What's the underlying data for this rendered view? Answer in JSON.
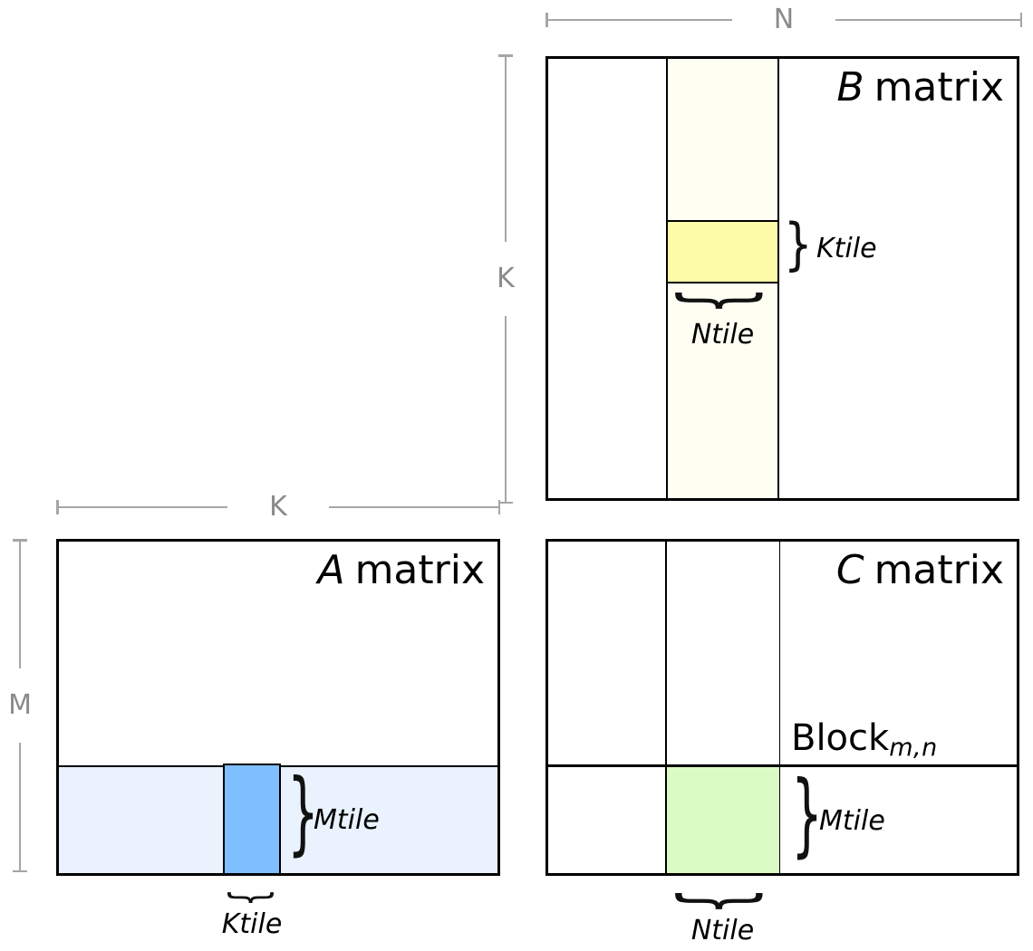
{
  "dimension_labels": {
    "n": "N",
    "k_beside_b": "K",
    "k_above_a": "K",
    "m": "M"
  },
  "matrix_b": {
    "letter": "B",
    "word": "matrix",
    "ktile_label": "Ktile",
    "ntile_label": "Ntile"
  },
  "matrix_a": {
    "letter": "A",
    "word": "matrix",
    "mtile_label": "Mtile",
    "ktile_label": "Ktile"
  },
  "matrix_c": {
    "letter": "C",
    "word": "matrix",
    "block_label": "Block",
    "block_subscript": "m,n",
    "mtile_label": "Mtile",
    "ntile_label": "Ntile"
  },
  "glyphs": {
    "brace": "}"
  },
  "colors": {
    "b_strip": "#FFFEF2",
    "b_tile": "#FBFBA8",
    "a_strip": "#E9F2FD",
    "a_tile": "#7FBFFF",
    "c_tile": "#DBFBC4",
    "line_gray": "#A6A6A6",
    "label_gray": "#8A8A8A",
    "border": "#000000"
  }
}
